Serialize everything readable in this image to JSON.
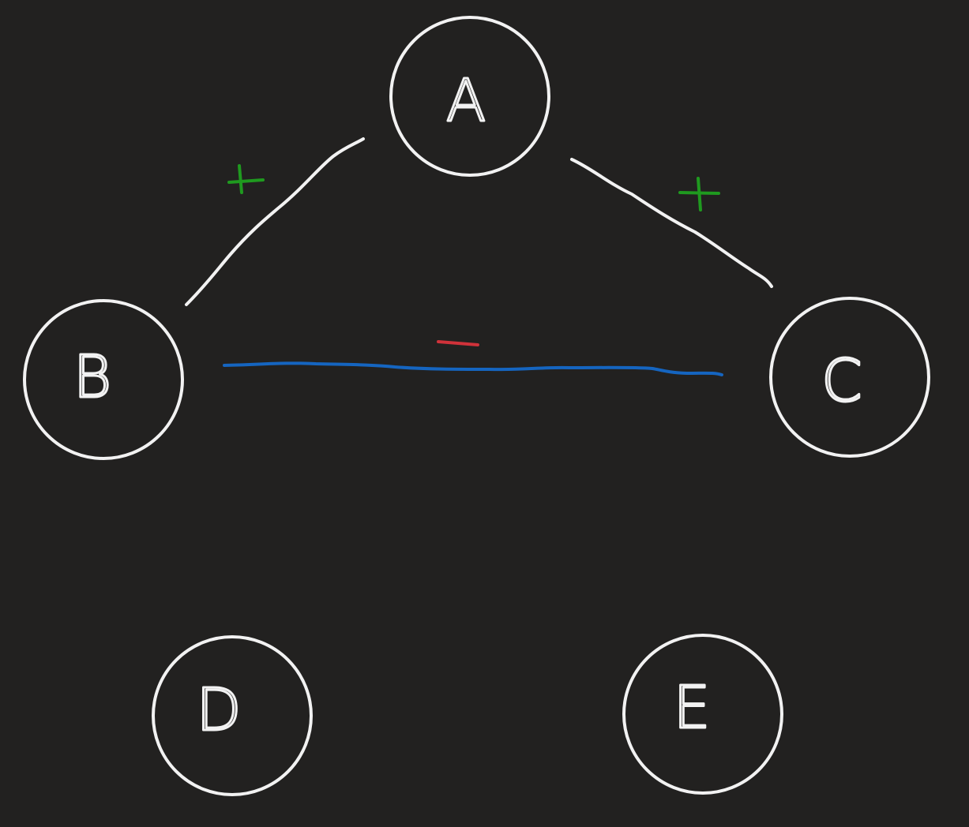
{
  "colors": {
    "background": "#222120",
    "ink": "#f2f2f2",
    "positive": "#1f9a1f",
    "negative_sign": "#d0323a",
    "negative_edge": "#1565c0"
  },
  "nodes": [
    {
      "id": "A",
      "label": "A"
    },
    {
      "id": "B",
      "label": "B"
    },
    {
      "id": "C",
      "label": "C"
    },
    {
      "id": "D",
      "label": "D"
    },
    {
      "id": "E",
      "label": "E"
    }
  ],
  "edges": [
    {
      "from": "A",
      "to": "B",
      "sign": "+"
    },
    {
      "from": "A",
      "to": "C",
      "sign": "+"
    },
    {
      "from": "B",
      "to": "C",
      "sign": "-"
    }
  ]
}
